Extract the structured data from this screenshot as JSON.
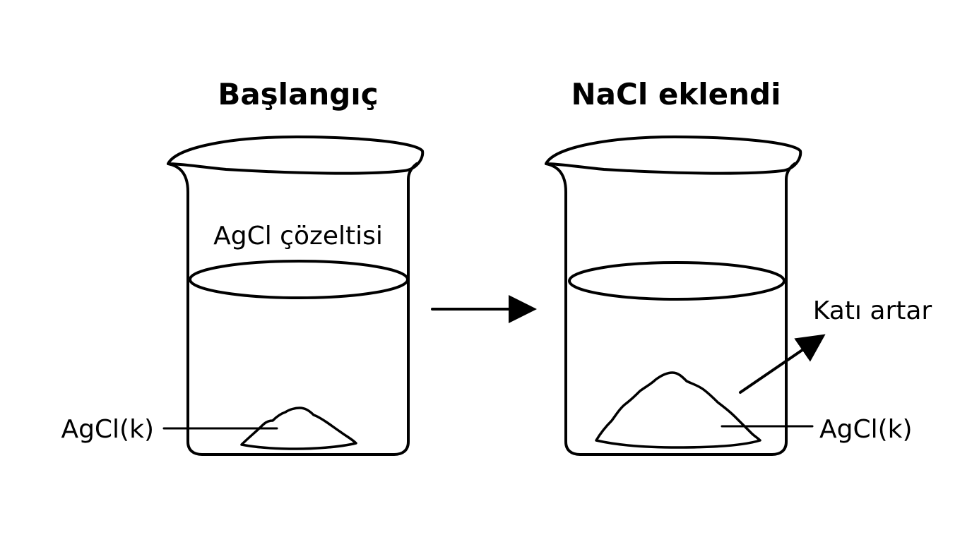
{
  "panels": {
    "left": {
      "title": "Başlangıç",
      "solution_label": "AgCl çözeltisi",
      "solid_label": "AgCl(k)"
    },
    "right": {
      "title": "NaCl eklendi",
      "annotation": "Katı artar",
      "solid_label": "AgCl(k)"
    }
  },
  "colors": {
    "ink": "#000000",
    "background": "#ffffff"
  }
}
